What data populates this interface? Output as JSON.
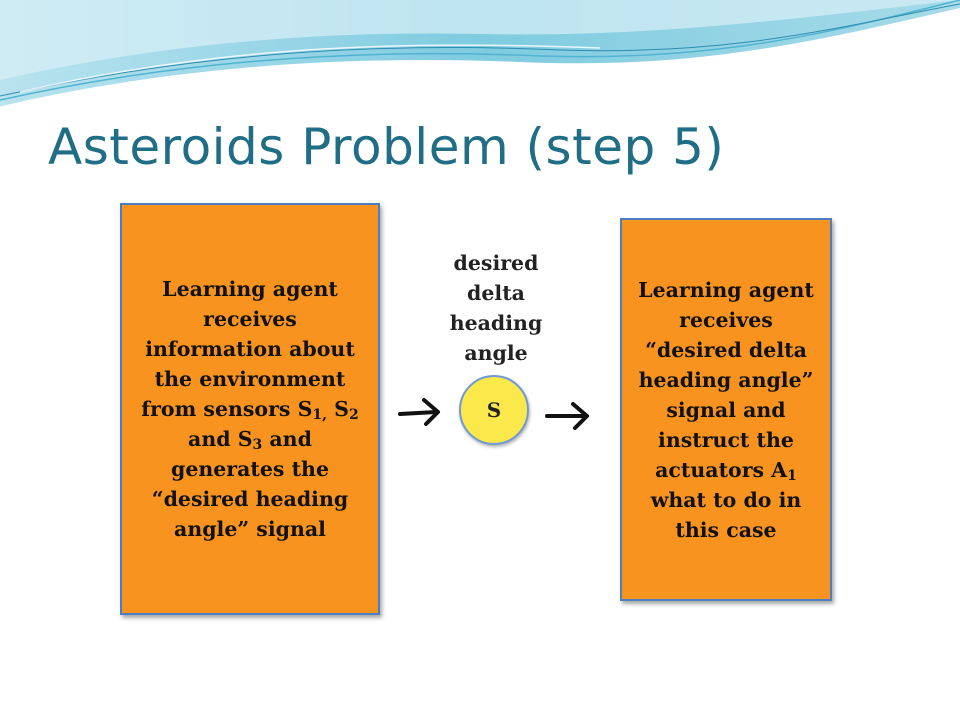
{
  "slide": {
    "title": "Asteroids Problem (step 5)"
  },
  "diagram": {
    "left_box": {
      "text_a": "Learning agent receives information about the environment from sensors S",
      "sub1": "1,",
      "text_b": " S",
      "sub2": "2",
      "text_c": " and S",
      "sub3": "3",
      "text_d": " and generates the “desired heading angle” signal"
    },
    "signal_label": "desired delta heading angle",
    "node_label": "S",
    "right_box": {
      "text_a": "Learning agent receives “desired delta heading angle” signal and instruct the actuators A",
      "sub1": "1",
      "text_b": " what to do in this case"
    }
  },
  "colors": {
    "box_fill": "#f7931e",
    "box_border": "#4a7fc1",
    "node_fill": "#fbe84a",
    "title": "#1f6e86"
  }
}
